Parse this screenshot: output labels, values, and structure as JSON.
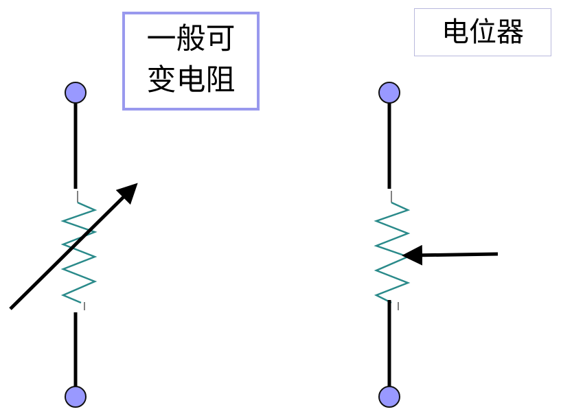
{
  "diagram": {
    "variable_resistor": {
      "label_line1": "一般可",
      "label_line2": "变电阻",
      "label_border_color": "#9999ee"
    },
    "potentiometer": {
      "label": "电位器",
      "label_border_color": "#b8b8dd"
    },
    "colors": {
      "terminal_fill": "#9999ff",
      "wire": "#000000",
      "resistor_zigzag": "#2a8a8a"
    }
  }
}
